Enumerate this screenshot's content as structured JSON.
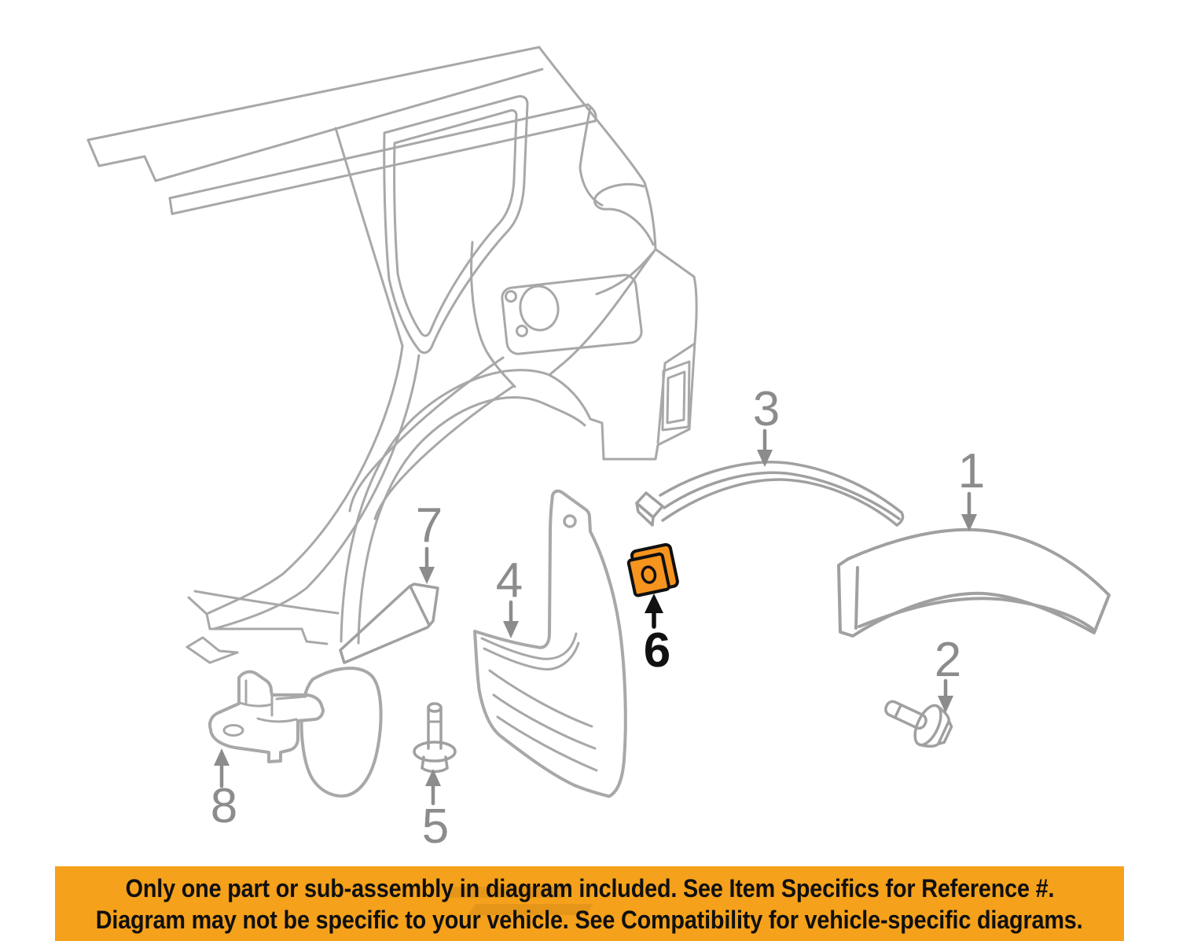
{
  "banner": {
    "line1": "Only one part or sub-assembly in diagram included. See Item Specifics for Reference #.",
    "line2": "Diagram may not be specific to your vehicle. See Compatibility for vehicle-specific diagrams."
  },
  "parts": [
    {
      "number": "1",
      "color": "#8C8C8C"
    },
    {
      "number": "2",
      "color": "#8C8C8C"
    },
    {
      "number": "3",
      "color": "#8C8C8C"
    },
    {
      "number": "4",
      "color": "#8C8C8C"
    },
    {
      "number": "5",
      "color": "#8C8C8C"
    },
    {
      "number": "6",
      "color": "#111111"
    },
    {
      "number": "7",
      "color": "#8C8C8C"
    },
    {
      "number": "8",
      "color": "#8C8C8C"
    }
  ],
  "colors": {
    "banner_orange": "#F5A11B",
    "highlight_orange": "#F7941E",
    "line_gray": "#A8A8A8",
    "label_gray": "#8C8C8C",
    "label_black": "#111111"
  }
}
